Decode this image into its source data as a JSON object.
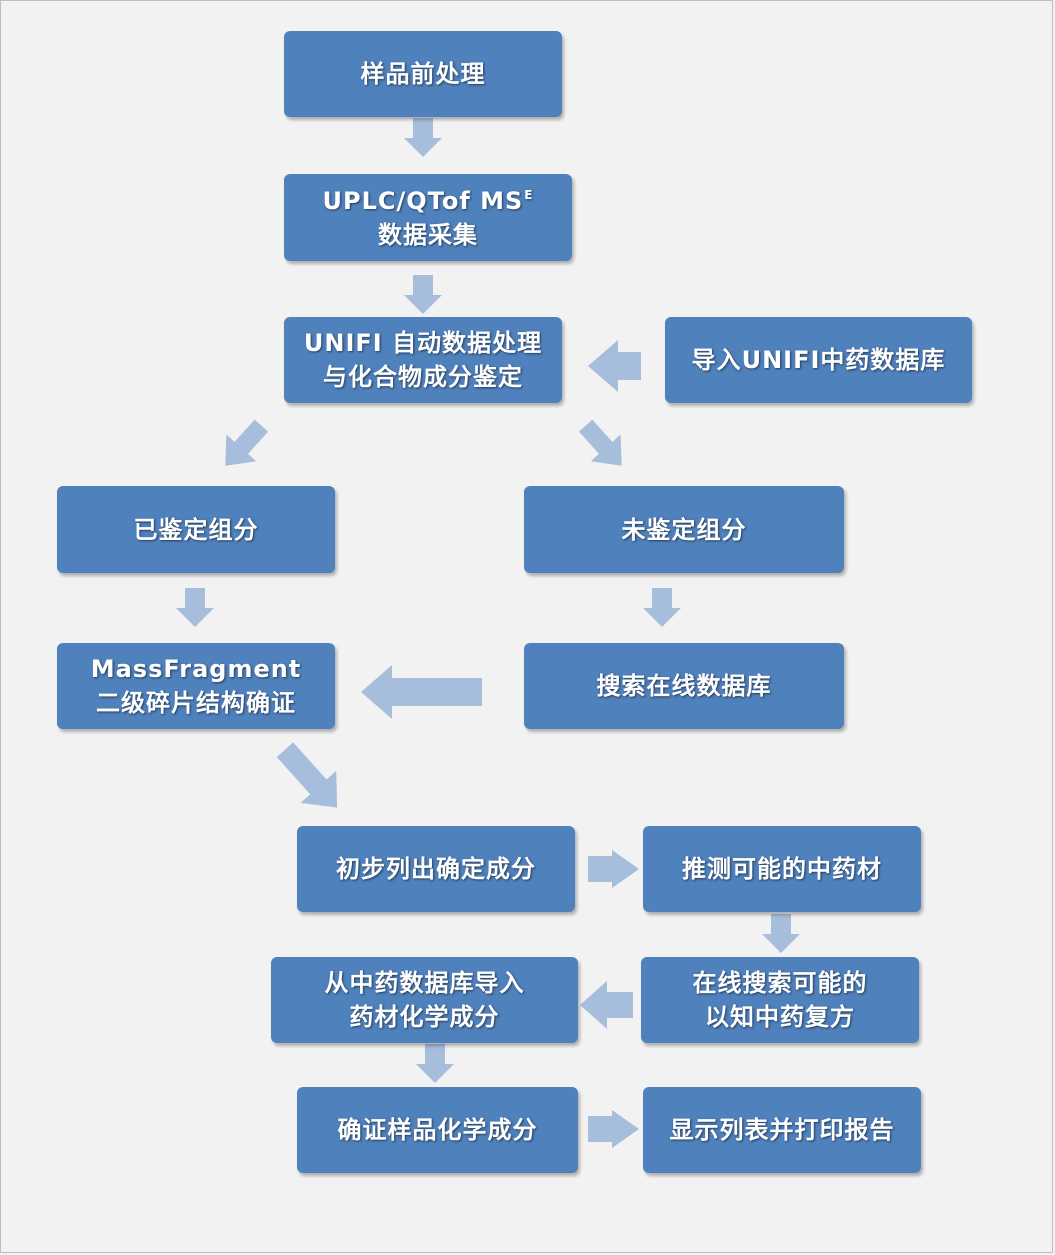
{
  "nodes": {
    "sample_prep": {
      "line1": "样品前处理"
    },
    "acquisition": {
      "line1": "UPLC/QTof MS",
      "line1_sup": "E",
      "line2": "数据采集"
    },
    "unifi_processing": {
      "line1": "UNIFI 自动数据处理",
      "line2": "与化合物成分鉴定"
    },
    "import_tcm_db": {
      "line1": "导入UNIFI中药数据库"
    },
    "identified": {
      "line1": "已鉴定组分"
    },
    "unidentified": {
      "line1": "未鉴定组分"
    },
    "massfragment": {
      "line1": "MassFragment",
      "line2": "二级碎片结构确证"
    },
    "search_online_db": {
      "line1": "搜索在线数据库"
    },
    "preliminary_list": {
      "line1": "初步列出确定成分"
    },
    "infer_herbs": {
      "line1": "推测可能的中药材"
    },
    "import_herb_chem": {
      "line1": "从中药数据库导入",
      "line2": "药材化学成分"
    },
    "search_formula": {
      "line1": "在线搜索可能的",
      "line2": "以知中药复方"
    },
    "confirm_chem": {
      "line1": "确证样品化学成分"
    },
    "display_print": {
      "line1": "显示列表并打印报告"
    }
  },
  "colors": {
    "box_fill": "#4f81bd",
    "arrow_fill": "#a6bddb",
    "background": "#f2f2f2",
    "text": "#ffffff"
  }
}
